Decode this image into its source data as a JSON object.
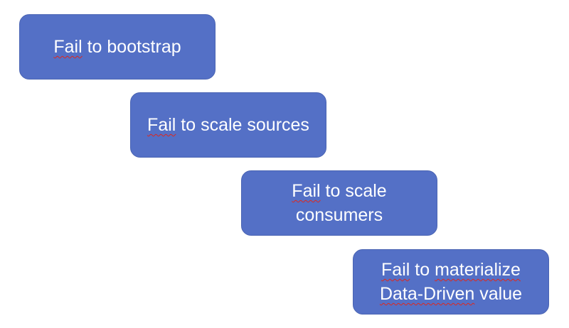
{
  "steps": [
    {
      "line1_spell": "Fail",
      "line1_rest": " to bootstrap"
    },
    {
      "line1_spell": "Fail",
      "line1_rest": " to scale sources"
    },
    {
      "line1_spell": "Fail",
      "line1_rest": " to scale",
      "line2": "consumers"
    },
    {
      "line1_spell": "Fail",
      "line1_rest": " to ",
      "line1_spell2": "materialize",
      "line2_spell": "Data-Driven",
      "line2_rest": " value"
    }
  ],
  "colors": {
    "box_fill": "#5470c6",
    "text": "#ffffff",
    "spellcheck_underline": "#e0261b"
  }
}
